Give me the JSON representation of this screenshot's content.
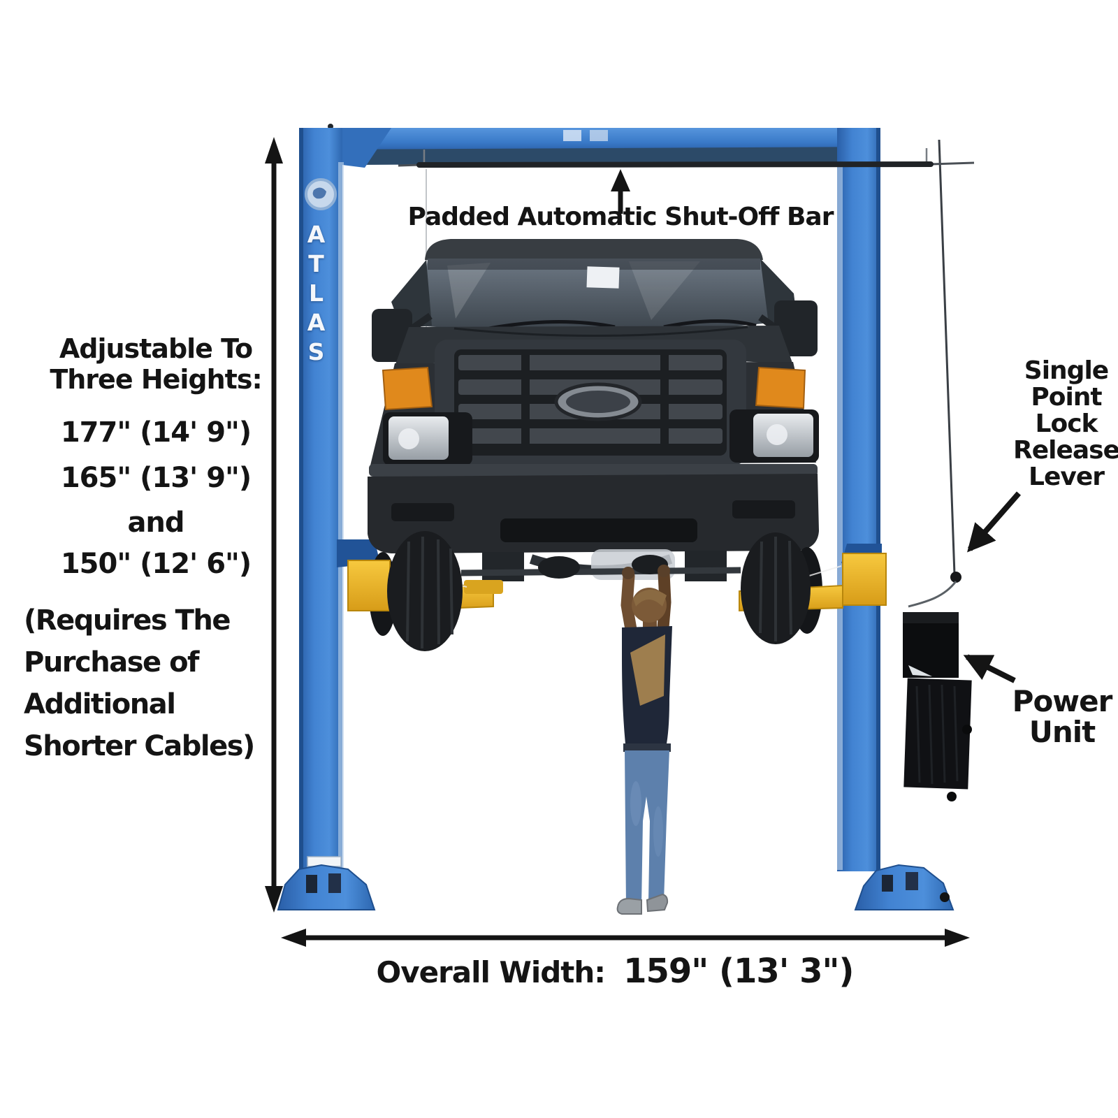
{
  "title": "Atlas two-post vehicle lift diagram with raised van and technician",
  "colors": {
    "background": "#ffffff",
    "post_blue": "#3c7cc9",
    "post_blue_dark": "#1f4f8e",
    "arm_yellow": "#eebb2e",
    "van_charcoal": "#26292d",
    "annotation": "#141414"
  },
  "brand": {
    "post_text": "ATLAS"
  },
  "labels": {
    "shut_off_bar": "Padded Automatic Shut-Off Bar",
    "adjustable_heights": "Adjustable To\nThree Heights:",
    "height_option_1": "177\" (14' 9\")",
    "height_option_2": "165\" (13' 9\")",
    "height_conjunction": "and",
    "height_option_3": "150\" (12' 6\")",
    "cable_note": "(Requires The\nPurchase of\nAdditional\nShorter Cables)",
    "single_point_lock": "Single\nPoint\nLock\nRelease\nLever",
    "power_unit": "Power\nUnit",
    "overall_width_label": "Overall Width:",
    "overall_width_value": "159\" (13' 3\")"
  }
}
